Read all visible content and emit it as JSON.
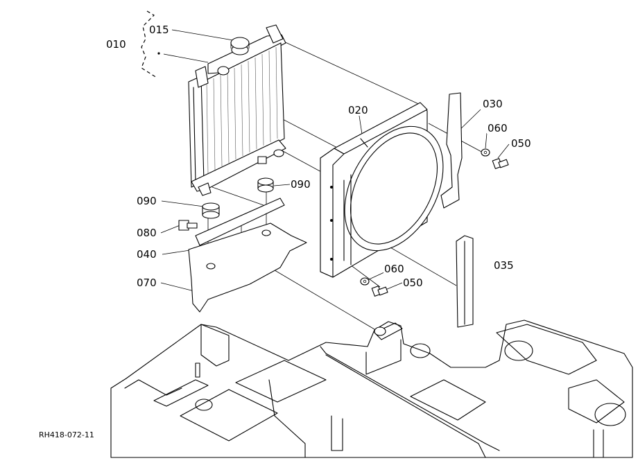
{
  "labels": {
    "p010": "010",
    "p015": "015",
    "p020": "020",
    "p030": "030",
    "p035": "035",
    "p040": "040",
    "p050a": "050",
    "p050b": "050",
    "p060a": "060",
    "p060b": "060",
    "p070": "070",
    "p080": "080",
    "p090a": "090",
    "p090b": "090"
  },
  "drawing_code": "RH418-072-11"
}
